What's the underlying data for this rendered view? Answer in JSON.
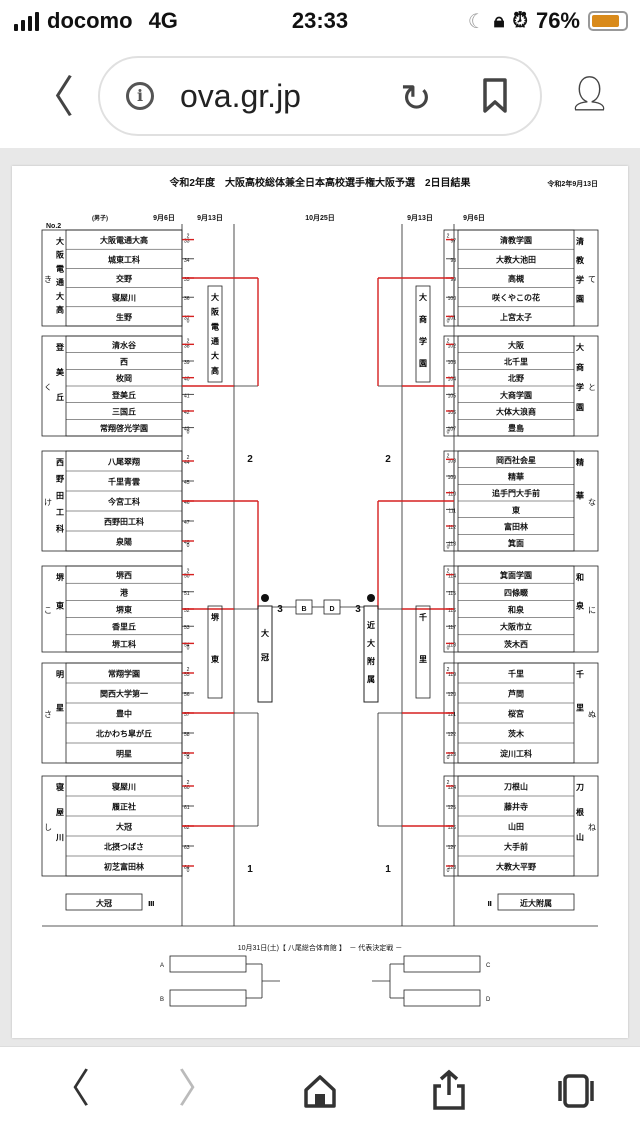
{
  "status": {
    "carrier": "docomo",
    "network": "4G",
    "time": "23:33",
    "battery": "76%",
    "battery_level": 0.76
  },
  "browser": {
    "url": "ova.gr.jp"
  },
  "document": {
    "title": "令和2年度　大阪高校総体兼全日本高校選手権大阪予選　2日目結果",
    "date_note": "令和2年9月13日",
    "sheet_no": "No.2",
    "gender": "(男子)",
    "dates": {
      "left_r1": "9月6日",
      "left_r2": "9月13日",
      "center": "10月25日",
      "right_r2": "9月13日",
      "right_r1": "9月6日"
    },
    "left_blocks": [
      {
        "letter": "き",
        "block_name": "大阪電通大高",
        "winner": "大阪電通大高",
        "teams": [
          {
            "name": "大阪電通大高",
            "num": "33"
          },
          {
            "name": "城東工科",
            "num": "34"
          },
          {
            "name": "交野",
            "num": "35"
          },
          {
            "name": "寝屋川",
            "num": "36"
          },
          {
            "name": "生野",
            "num": "37"
          }
        ]
      },
      {
        "letter": "く",
        "block_name": "登美丘",
        "winner": "",
        "teams": [
          {
            "name": "清水谷",
            "num": "38"
          },
          {
            "name": "西",
            "num": "39"
          },
          {
            "name": "枚岡",
            "num": "40"
          },
          {
            "name": "登美丘",
            "num": "41"
          },
          {
            "name": "三国丘",
            "num": "42"
          },
          {
            "name": "常翔啓光学園",
            "num": "43"
          }
        ]
      },
      {
        "letter": "け",
        "block_name": "西野田工科",
        "winner": "",
        "teams": [
          {
            "name": "八尾翠翔",
            "num": "44"
          },
          {
            "name": "千里青雲",
            "num": "45"
          },
          {
            "name": "今宮工科",
            "num": "46"
          },
          {
            "name": "西野田工科",
            "num": "47"
          },
          {
            "name": "泉陽",
            "num": "49"
          }
        ]
      },
      {
        "letter": "こ",
        "block_name": "堺東",
        "winner": "堺東",
        "teams": [
          {
            "name": "堺西",
            "num": "50"
          },
          {
            "name": "港",
            "num": "51"
          },
          {
            "name": "堺東",
            "num": "52"
          },
          {
            "name": "香里丘",
            "num": "53"
          },
          {
            "name": "堺工科",
            "num": "54"
          }
        ]
      },
      {
        "letter": "さ",
        "block_name": "明星",
        "winner": "",
        "teams": [
          {
            "name": "常翔学園",
            "num": "55"
          },
          {
            "name": "関西大学第一",
            "num": "56"
          },
          {
            "name": "豊中",
            "num": "57"
          },
          {
            "name": "北かわち皐が丘",
            "num": "58"
          },
          {
            "name": "明星",
            "num": "59"
          }
        ]
      },
      {
        "letter": "し",
        "block_name": "寝屋川",
        "winner": "",
        "teams": [
          {
            "name": "寝屋川",
            "num": "60"
          },
          {
            "name": "履正社",
            "num": "61"
          },
          {
            "name": "大冠",
            "num": "62"
          },
          {
            "name": "北摂つばさ",
            "num": "63"
          },
          {
            "name": "初芝富田林",
            "num": "64"
          }
        ]
      }
    ],
    "right_blocks": [
      {
        "letter": "て",
        "block_name": "清教学園",
        "winner": "大商学園",
        "teams": [
          {
            "name": "清教学園",
            "num": "97"
          },
          {
            "name": "大教大池田",
            "num": "98"
          },
          {
            "name": "高槻",
            "num": "99"
          },
          {
            "name": "咲くやこの花",
            "num": "100"
          },
          {
            "name": "上宮太子",
            "num": "101"
          }
        ]
      },
      {
        "letter": "と",
        "block_name": "大商学園",
        "winner": "",
        "teams": [
          {
            "name": "大阪",
            "num": "102"
          },
          {
            "name": "北千里",
            "num": "103"
          },
          {
            "name": "北野",
            "num": "104"
          },
          {
            "name": "大商学園",
            "num": "105"
          },
          {
            "name": "大体大浪商",
            "num": "106"
          },
          {
            "name": "豊島",
            "num": "107"
          }
        ]
      },
      {
        "letter": "な",
        "block_name": "精華",
        "winner": "",
        "teams": [
          {
            "name": "岡西社会星",
            "num": "108"
          },
          {
            "name": "精華",
            "num": "109"
          },
          {
            "name": "追手門大手前",
            "num": "110"
          },
          {
            "name": "東",
            "num": "111"
          },
          {
            "name": "富田林",
            "num": "112"
          },
          {
            "name": "箕面",
            "num": "113"
          }
        ]
      },
      {
        "letter": "に",
        "block_name": "和泉",
        "winner": "千里",
        "teams": [
          {
            "name": "箕面学園",
            "num": "114"
          },
          {
            "name": "四條畷",
            "num": "115"
          },
          {
            "name": "和泉",
            "num": "116"
          },
          {
            "name": "大阪市立",
            "num": "117"
          },
          {
            "name": "茨木西",
            "num": "118"
          }
        ]
      },
      {
        "letter": "ぬ",
        "block_name": "千里",
        "winner": "",
        "teams": [
          {
            "name": "千里",
            "num": "119"
          },
          {
            "name": "芦間",
            "num": "120"
          },
          {
            "name": "桜宮",
            "num": "121"
          },
          {
            "name": "茨木",
            "num": "122"
          },
          {
            "name": "淀川工科",
            "num": "123"
          }
        ]
      },
      {
        "letter": "ね",
        "block_name": "刀根山",
        "winner": "",
        "teams": [
          {
            "name": "刀根山",
            "num": "124"
          },
          {
            "name": "藤井寺",
            "num": "125"
          },
          {
            "name": "山田",
            "num": "126"
          },
          {
            "name": "大手前",
            "num": "127"
          },
          {
            "name": "大教大平野",
            "num": "128"
          }
        ]
      }
    ],
    "center": {
      "left_final": "大冠",
      "right_final": "近大附属",
      "box_b": "B",
      "box_d": "D",
      "seed_left": "3",
      "seed_right": "3",
      "mark_2l": "2",
      "mark_2r": "2",
      "mark_1l": "1",
      "mark_1r": "1"
    },
    "bottom_left_team": "大冠",
    "bottom_left_mark": "Ⅲ",
    "bottom_right_team": "近大附属",
    "bottom_right_mark": "Ⅱ",
    "final_caption": "10月31日(土)【 八尾総合体育館 】　－ 代表決定戦 －",
    "final_labels": {
      "a": "A",
      "b": "B",
      "c": "C",
      "d": "D"
    }
  }
}
